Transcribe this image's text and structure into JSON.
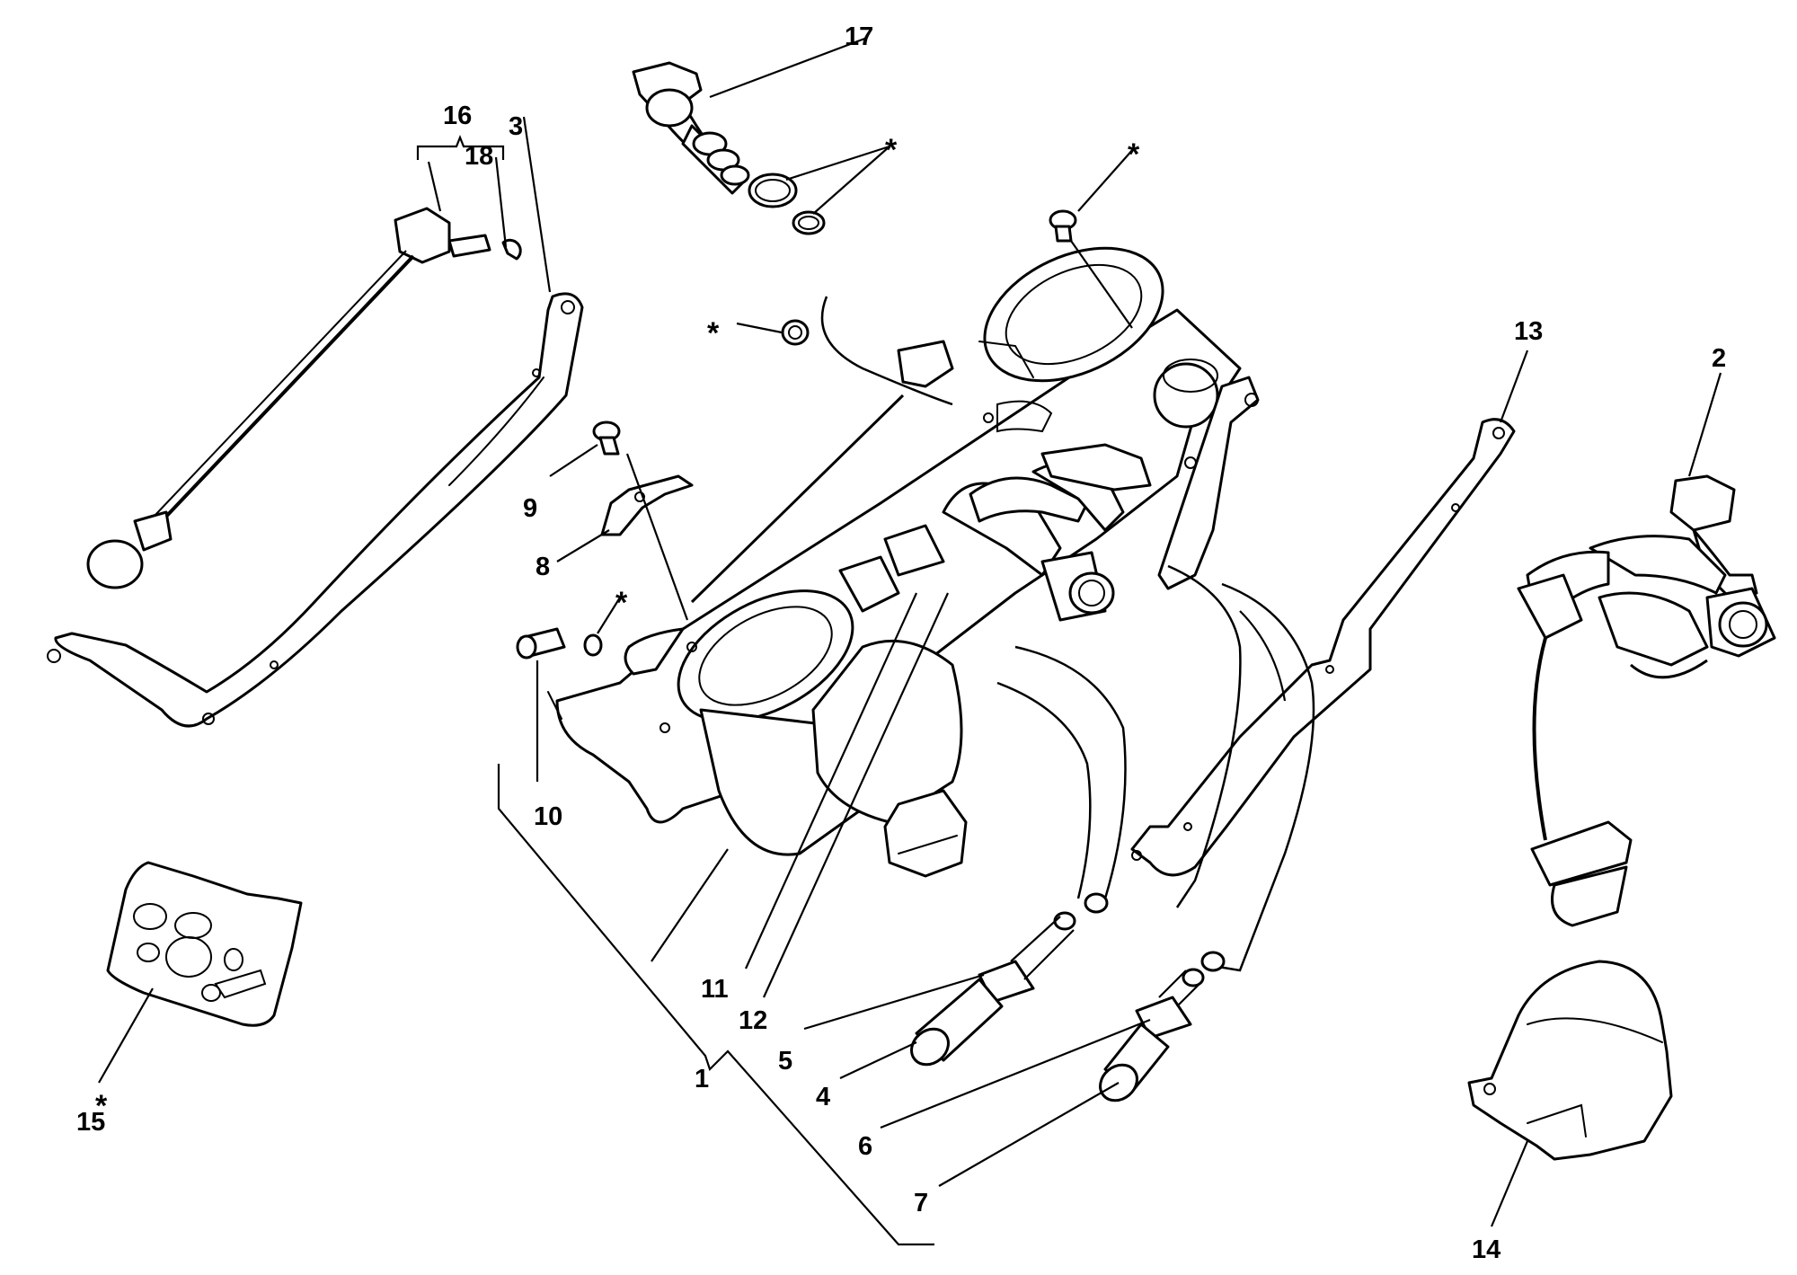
{
  "labels": {
    "l1": "1",
    "l2": "2",
    "l3": "3",
    "l4": "4",
    "l5": "5",
    "l6": "6",
    "l7": "7",
    "l8": "8",
    "l9": "9",
    "l10": "10",
    "l11": "11",
    "l12": "12",
    "l13": "13",
    "l14": "14",
    "l15": "15",
    "l16": "16",
    "l17": "17",
    "l18": "18"
  },
  "asterisk": "*"
}
